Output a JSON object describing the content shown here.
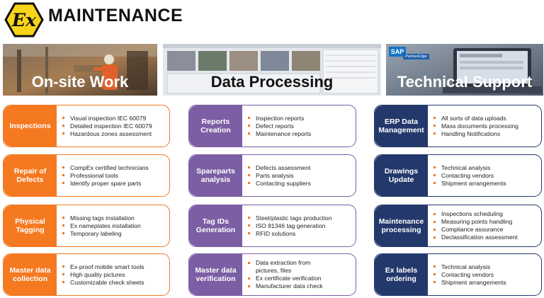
{
  "header": {
    "logo_text": "Ex",
    "title": "MAINTENANCE"
  },
  "banners": [
    {
      "label": "On-site Work"
    },
    {
      "label": "Data Processing"
    },
    {
      "label": "Technical Support",
      "badge": "SAP",
      "badge_sub": "PartnerEdge"
    }
  ],
  "columns": [
    {
      "cards": [
        {
          "title": "Inspections",
          "items": [
            "Visual inspection IEC 60079",
            "Detailed inspection IEC 60079",
            "Hazardous zones assessment"
          ]
        },
        {
          "title": "Repair of Defects",
          "items": [
            "CompEx certified technicians",
            "Professional tools",
            "Identify proper spare parts"
          ]
        },
        {
          "title": "Physical Tagging",
          "items": [
            "Missing tags installation",
            "Ex nameplates installation",
            "Temporary labeling"
          ]
        },
        {
          "title": "Master data collection",
          "items": [
            "Ex-proof mobile smart tools",
            "High quality pictures",
            "Customizable check sheets"
          ]
        }
      ]
    },
    {
      "cards": [
        {
          "title": "Reports Creation",
          "items": [
            "Inspection reports",
            "Defect reports",
            "Maintenance reports"
          ]
        },
        {
          "title": "Spareparts analysis",
          "items": [
            "Defects assessment",
            "Parts analysis",
            "Contacting suppliers"
          ]
        },
        {
          "title": "Tag IDs Generation",
          "items": [
            "Steel/plastic tags production",
            "ISO 81346 tag generation",
            "RFID solutions"
          ]
        },
        {
          "title": "Master data verification",
          "items": [
            "Data extraction from pictures, files",
            "Ex certificate verification",
            "Manufacturer data check"
          ]
        }
      ]
    },
    {
      "cards": [
        {
          "title": "ERP Data Management",
          "items": [
            "All sorts of data uploads",
            "Mass documents processing",
            "Handling Notifications"
          ]
        },
        {
          "title": "Drawings Update",
          "items": [
            "Technical analysis",
            "Contacting vendors",
            "Shipment arrangements"
          ]
        },
        {
          "title": "Maintenance processing",
          "items": [
            "Inspections scheduling",
            "Measuring points handling",
            "Compliance assurance",
            "Declassification assessment"
          ]
        },
        {
          "title": "Ex labels ordering",
          "items": [
            "Technical analysis",
            "Contacting vendors",
            "Shipment arrangements"
          ]
        }
      ]
    }
  ]
}
